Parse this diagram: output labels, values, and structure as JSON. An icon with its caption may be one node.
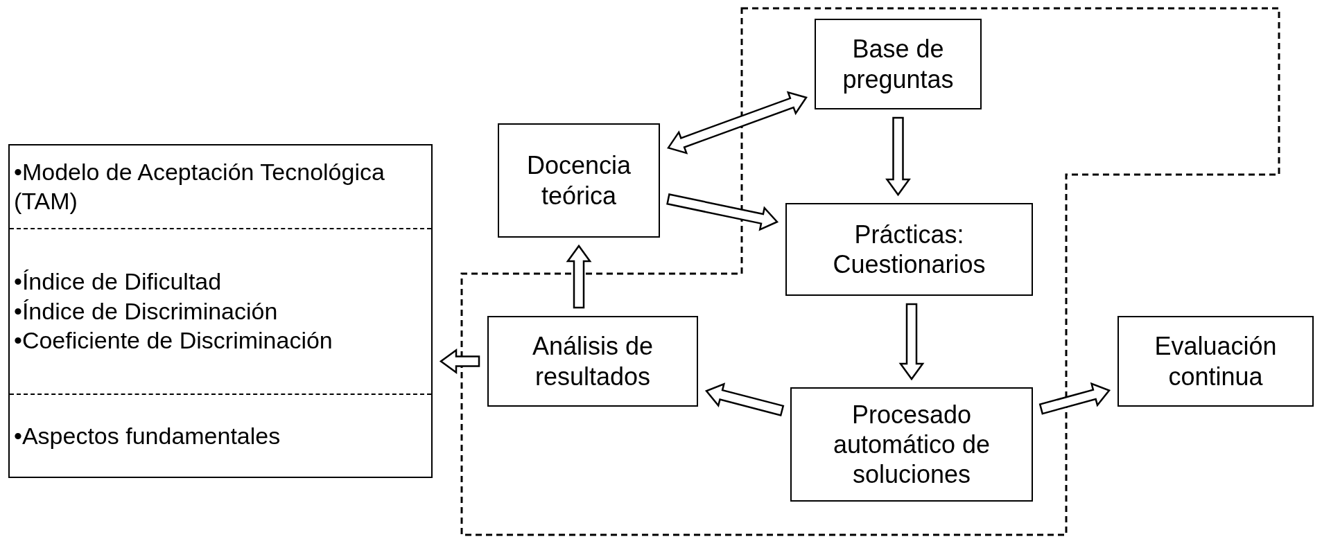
{
  "diagram": {
    "nodes": [
      {
        "text": [
          "•Modelo de Aceptación Tecnológica (TAM)",
          "•Índice de Dificultad",
          "•Índice de Discriminación",
          "•Coeficiente de Discriminación",
          "•Aspectos fundamentales"
        ]
      },
      {
        "text": [
          "Docencia teórica"
        ]
      },
      {
        "text": [
          "Base de preguntas"
        ]
      },
      {
        "text": [
          "Prácticas: Cuestionarios"
        ]
      },
      {
        "text": [
          "Análisis de resultados"
        ]
      },
      {
        "text": [
          "Procesado automático de soluciones"
        ]
      },
      {
        "text": [
          "Evaluación continua"
        ]
      }
    ],
    "edges": [
      {
        "from": 1,
        "to": 2,
        "arrow": "both"
      },
      {
        "from": 1,
        "to": 3,
        "arrow": "to"
      },
      {
        "from": 2,
        "to": 3,
        "arrow": "to"
      },
      {
        "from": 3,
        "to": 5,
        "arrow": "to"
      },
      {
        "from": 5,
        "to": 4,
        "arrow": "to"
      },
      {
        "from": 5,
        "to": 6,
        "arrow": "to"
      },
      {
        "from": 4,
        "to": 1,
        "arrow": "to"
      },
      {
        "from": 4,
        "to": 0,
        "arrow": "to"
      }
    ]
  }
}
